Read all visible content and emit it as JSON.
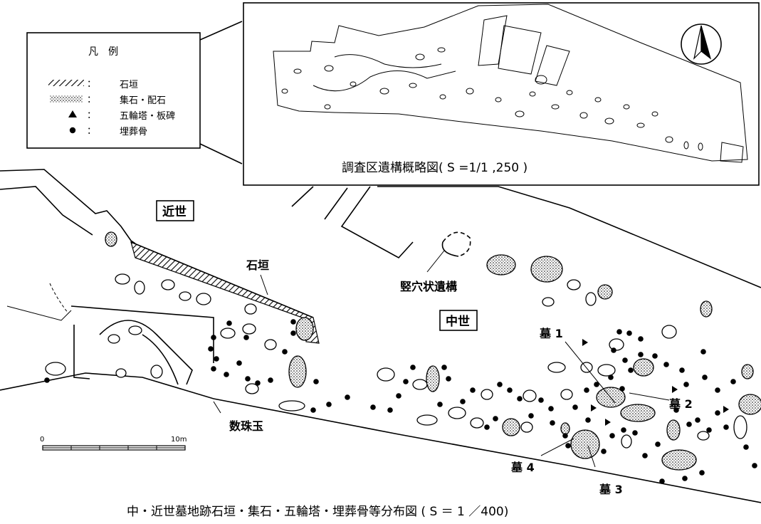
{
  "legend": {
    "title": "凡　例",
    "items": [
      {
        "symbol": "hatch",
        "label": "石垣"
      },
      {
        "symbol": "stipple",
        "label": "集石・配石"
      },
      {
        "symbol": "triangle",
        "label": "五輪塔・板碑"
      },
      {
        "symbol": "dot",
        "label": "埋葬骨"
      }
    ],
    "colon": "："
  },
  "inset": {
    "caption": "調査区遺構概略図( S =1/1 ,250 )",
    "compass": "north-arrow-icon"
  },
  "labels": {
    "kinsei": "近世",
    "chusei": "中世",
    "ishigaki": "石垣",
    "tateana": "竪穴状遺構",
    "juzudama": "数珠玉",
    "haka1": "墓 1",
    "haka2": "墓 2",
    "haka3": "墓 3",
    "haka4": "墓 4"
  },
  "scale_bar": {
    "start": "0",
    "end": "10m"
  },
  "main_caption": "中・近世墓地跡石垣・集石・五輪塔・埋葬骨等分布図 ( S ＝ 1 ／400)"
}
